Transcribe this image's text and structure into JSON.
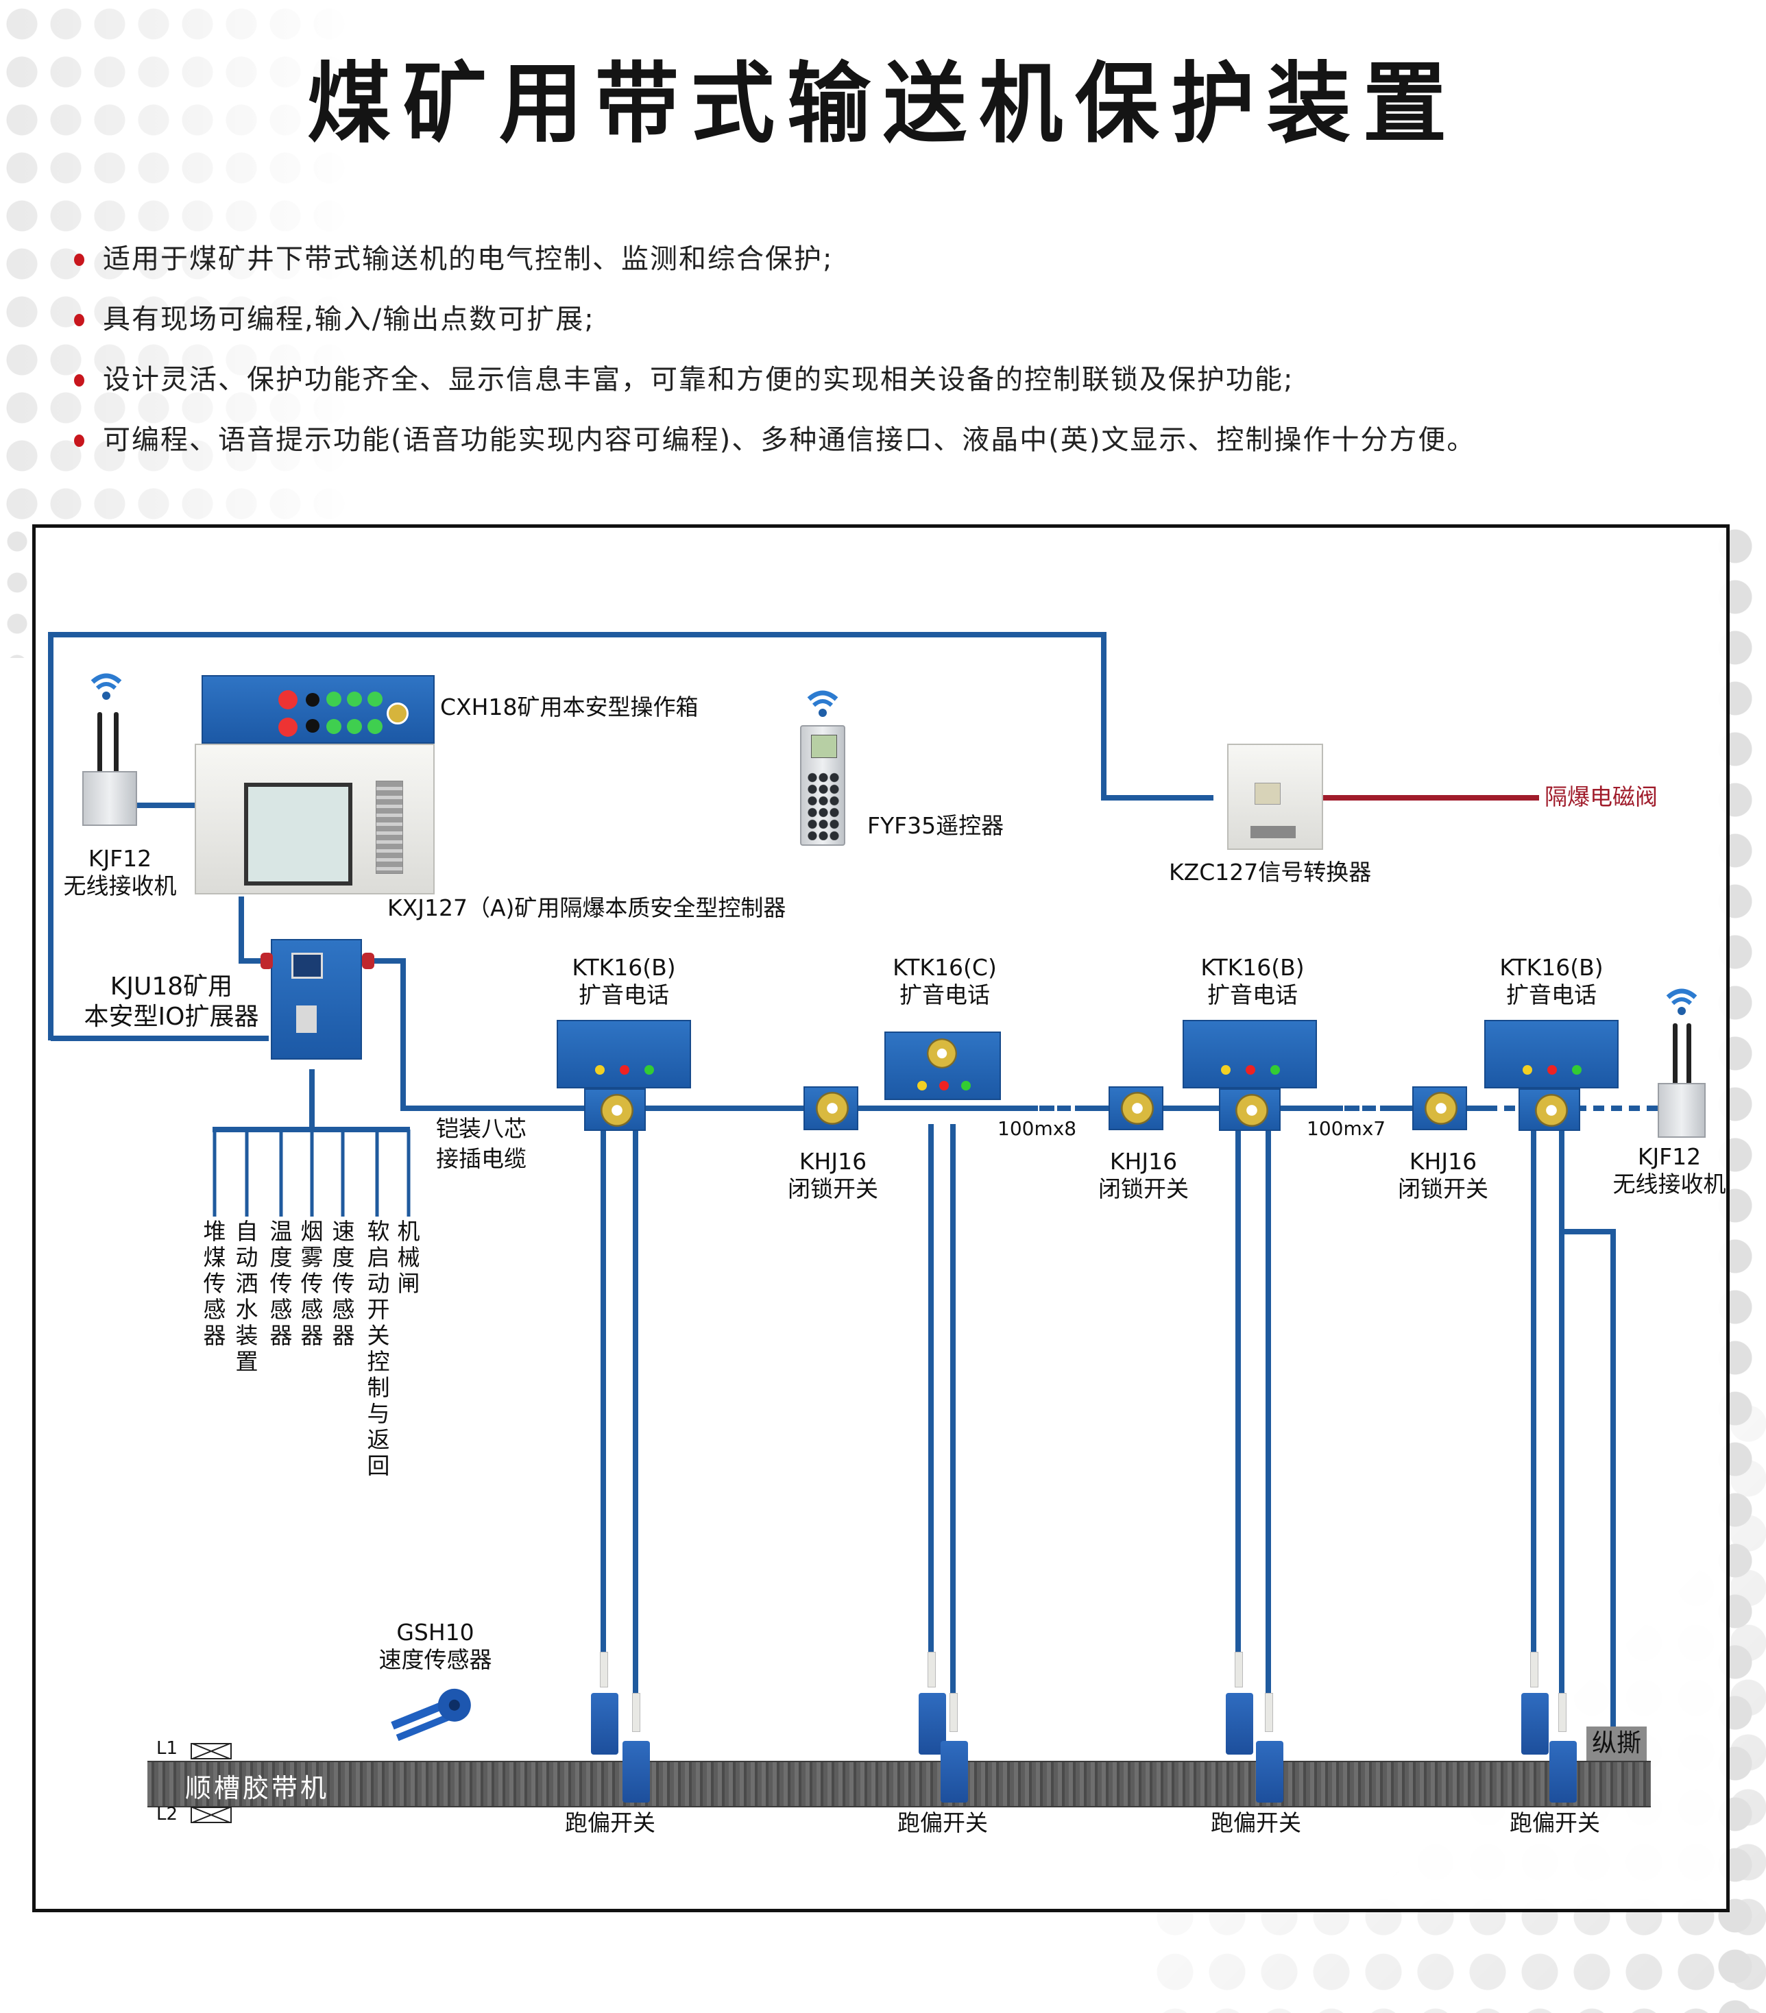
{
  "page": {
    "title": "煤矿用带式输送机保护装置",
    "features": [
      "适用于煤矿井下带式输送机的电气控制、监测和综合保护;",
      "具有现场可编程,输入/输出点数可扩展;",
      "设计灵活、保护功能齐全、显示信息丰富，可靠和方便的实现相关设备的控制联锁及保护功能;",
      "可编程、语音提示功能(语音功能实现内容可编程)、多种通信接口、液晶中(英)文显示、控制操作十分方便。"
    ],
    "colors": {
      "bullet": "#c8161d",
      "wire": "#1f5a9e",
      "valve_wire": "#a01c2b",
      "frame": "#111111"
    }
  },
  "diagram": {
    "receiver_left": {
      "model": "KJF12",
      "name": "无线接收机",
      "icon": "wifi-icon"
    },
    "operation_box": {
      "label": "CXH18矿用本安型操作箱"
    },
    "controller": {
      "label": "KXJ127（A)矿用隔爆本质安全型控制器"
    },
    "remote": {
      "label": "FYF35遥控器",
      "icon": "wifi-icon"
    },
    "converter": {
      "label": "KZC127信号转换器"
    },
    "valve": {
      "label": "隔爆电磁阀"
    },
    "expander": {
      "line1": "KJU18矿用",
      "line2": "本安型IO扩展器"
    },
    "cable": {
      "line1": "铠装八芯",
      "line2": "接插电缆"
    },
    "sensors": [
      "堆煤传感器",
      "自动洒水装置",
      "温度传感器",
      "烟雾传感器",
      "速度传感器",
      "软启动开关控制与返回",
      "机械闸"
    ],
    "phones": [
      {
        "model": "KTK16(B)",
        "name": "扩音电话"
      },
      {
        "model": "KTK16(C)",
        "name": "扩音电话"
      },
      {
        "model": "KTK16(B)",
        "name": "扩音电话"
      },
      {
        "model": "KTK16(B)",
        "name": "扩音电话"
      }
    ],
    "lock_switches": [
      {
        "model": "KHJ16",
        "name": "闭锁开关"
      },
      {
        "model": "KHJ16",
        "name": "闭锁开关"
      },
      {
        "model": "KHJ16",
        "name": "闭锁开关"
      }
    ],
    "spans": [
      "100mx8",
      "100mx7"
    ],
    "receiver_right": {
      "model": "KJF12",
      "name": "无线接收机",
      "icon": "wifi-icon"
    },
    "speed_sensor": {
      "model": "GSH10",
      "name": "速度传感器"
    },
    "belt": {
      "label": "顺槽胶带机",
      "roller_top": "L1",
      "roller_bottom": "L2"
    },
    "deviation_switches": [
      "跑偏开关",
      "跑偏开关",
      "跑偏开关",
      "跑偏开关"
    ],
    "tear": {
      "label": "纵撕"
    }
  }
}
